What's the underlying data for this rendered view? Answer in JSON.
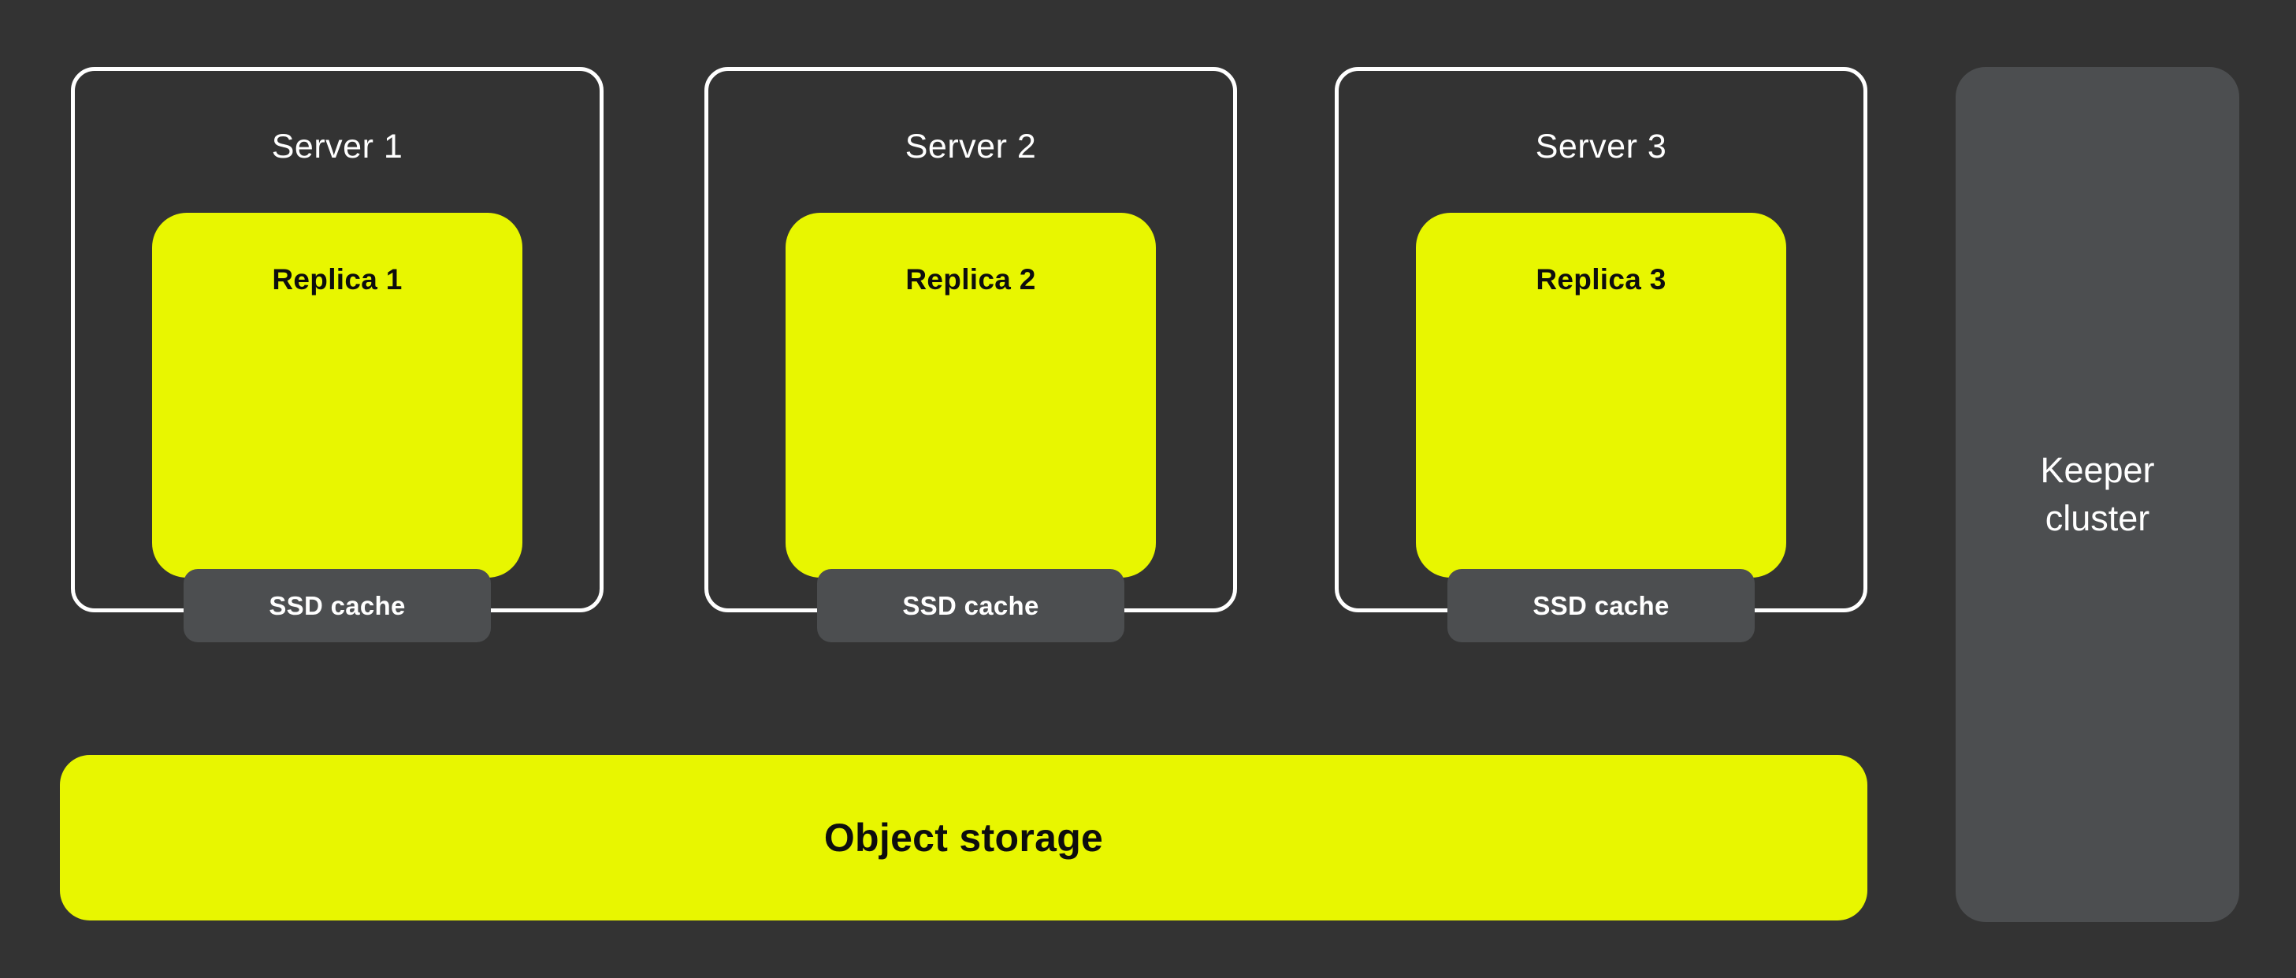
{
  "colors": {
    "background": "#333333",
    "accent_yellow": "#E8F600",
    "box_gray": "#4C4E50",
    "border_white": "#FFFFFF",
    "text_light": "#FFFFFF",
    "text_dark": "#0D0D0D"
  },
  "diagram": {
    "servers": [
      {
        "title": "Server 1",
        "replica_label": "Replica 1",
        "cache_label": "SSD cache"
      },
      {
        "title": "Server 2",
        "replica_label": "Replica 2",
        "cache_label": "SSD cache"
      },
      {
        "title": "Server 3",
        "replica_label": "Replica 3",
        "cache_label": "SSD cache"
      }
    ],
    "object_storage": {
      "label": "Object storage"
    },
    "keeper": {
      "label": "Keeper cluster"
    }
  }
}
